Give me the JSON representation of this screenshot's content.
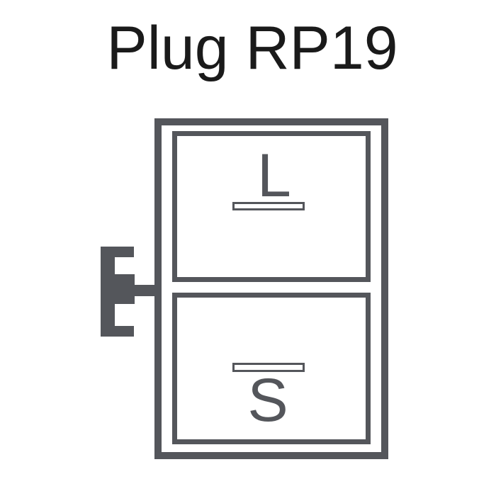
{
  "title": "Plug RP19",
  "diagram": {
    "type": "connector-pinout",
    "plug_name": "RP19",
    "pins": [
      {
        "label": "L",
        "position": "top-chamber",
        "terminal": "flat-slot"
      },
      {
        "label": "S",
        "position": "bottom-chamber",
        "terminal": "flat-slot"
      }
    ],
    "colors": {
      "line": "#54565b",
      "title_text": "#1a1a1a",
      "background": "#ffffff"
    }
  }
}
